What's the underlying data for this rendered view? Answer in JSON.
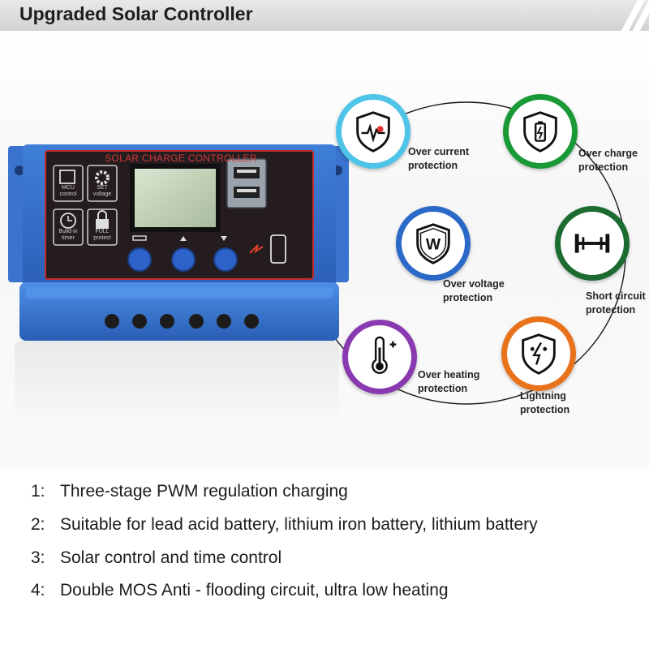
{
  "header": {
    "title": "Upgraded Solar Controller"
  },
  "device": {
    "panel_title": "SOLAR CHARGE CONTROLLER",
    "icons": [
      {
        "name": "mcu-chip-icon",
        "line1": "MCU",
        "line2": "control"
      },
      {
        "name": "gear-icon",
        "line1": "SET",
        "line2": "voltage"
      },
      {
        "name": "clock-icon",
        "line1": "Build-in",
        "line2": "timer"
      },
      {
        "name": "lock-icon",
        "line1": "FULL",
        "line2": "protect"
      }
    ]
  },
  "protections": [
    {
      "id": "over-current",
      "line1": "Over current",
      "line2": "protection",
      "color": "#4fc4e9",
      "icon": "shield-pulse-icon"
    },
    {
      "id": "over-charge",
      "line1": "Over charge",
      "line2": "protection",
      "color": "#1a9a37",
      "icon": "shield-battery-icon"
    },
    {
      "id": "over-voltage",
      "line1": "Over voltage",
      "line2": "protection",
      "color": "#2a69c7",
      "icon": "shield-w-icon"
    },
    {
      "id": "short-circuit",
      "line1": "Short circuit",
      "line2": "protection",
      "color": "#1c6b30",
      "icon": "short-circuit-icon"
    },
    {
      "id": "over-heating",
      "line1": "Over heating",
      "line2": "protection",
      "color": "#8a3ab0",
      "icon": "thermometer-icon"
    },
    {
      "id": "lightning",
      "line1": "Lightning",
      "line2": "protection",
      "color": "#e8731b",
      "icon": "shield-lightning-icon"
    }
  ],
  "features": [
    {
      "num": "1:",
      "text": "Three-stage PWM regulation charging"
    },
    {
      "num": "2:",
      "text": "Suitable for lead acid battery, lithium iron battery, lithium battery"
    },
    {
      "num": "3:",
      "text": "Solar control and time control"
    },
    {
      "num": "4:",
      "text": "Double MOS Anti - flooding circuit, ultra low heating"
    }
  ]
}
